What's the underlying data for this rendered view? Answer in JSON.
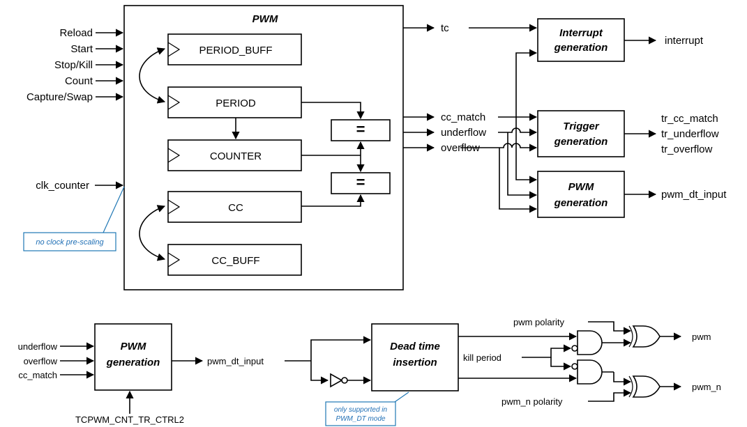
{
  "pwm_block": {
    "title": "PWM",
    "inputs": [
      "Reload",
      "Start",
      "Stop/Kill",
      "Count",
      "Capture/Swap"
    ],
    "clock_input": "clk_counter",
    "registers": {
      "period_buff": "PERIOD_BUFF",
      "period": "PERIOD",
      "counter": "COUNTER",
      "cc": "CC",
      "cc_buff": "CC_BUFF"
    },
    "comparator_symbol": "=",
    "outputs": [
      "tc",
      "cc_match",
      "underflow",
      "overflow"
    ],
    "clock_note": "no clock pre-scaling"
  },
  "generators": {
    "interrupt": {
      "line1": "Interrupt",
      "line2": "generation",
      "output": "interrupt"
    },
    "trigger": {
      "line1": "Trigger",
      "line2": "generation",
      "outputs": [
        "tr_cc_match",
        "tr_underflow",
        "tr_overflow"
      ]
    },
    "pwm": {
      "line1": "PWM",
      "line2": "generation",
      "output": "pwm_dt_input"
    }
  },
  "lower": {
    "pwm_gen": {
      "line1": "PWM",
      "line2": "generation",
      "inputs": [
        "underflow",
        "overflow",
        "cc_match"
      ],
      "output": "pwm_dt_input",
      "control": "TCPWM_CNT_TR_CTRL2"
    },
    "dead_time": {
      "line1": "Dead time",
      "line2": "insertion",
      "note_line1": "only supported in",
      "note_line2": "PWM_DT mode"
    },
    "kill_period": "kill period",
    "pwm_polarity": "pwm polarity",
    "pwm_n_polarity": "pwm_n polarity",
    "outputs": [
      "pwm",
      "pwm_n"
    ]
  }
}
